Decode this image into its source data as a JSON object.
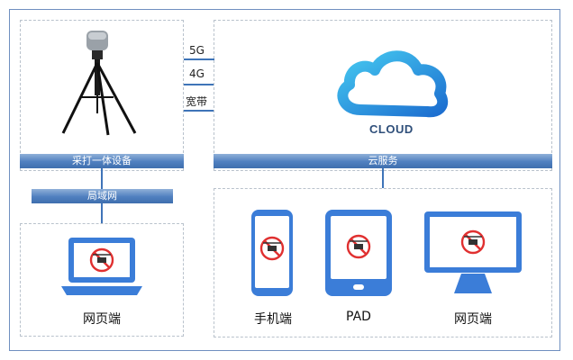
{
  "labels": {
    "net_5g": "5G",
    "net_4g": "4G",
    "net_broadband": "宽带",
    "station_bar": "采打一体设备",
    "lan_bar": "局域网",
    "cloud_bar": "云服务",
    "cloud_text": "CLOUD",
    "left_web": "网页端",
    "mobile": "手机端",
    "pad": "PAD",
    "right_web": "网页端"
  },
  "icons": {
    "device": "tripod-device-icon",
    "cloud": "cloud-icon",
    "laptop": "laptop-icon",
    "phone": "phone-icon",
    "tablet": "tablet-icon",
    "monitor": "monitor-icon",
    "no_drone": "no-drone-icon"
  },
  "colors": {
    "bar": "#4f7fbf",
    "line": "#3f74b8",
    "device_blue": "#3b7dd8",
    "no_drone_red": "#e03030"
  }
}
